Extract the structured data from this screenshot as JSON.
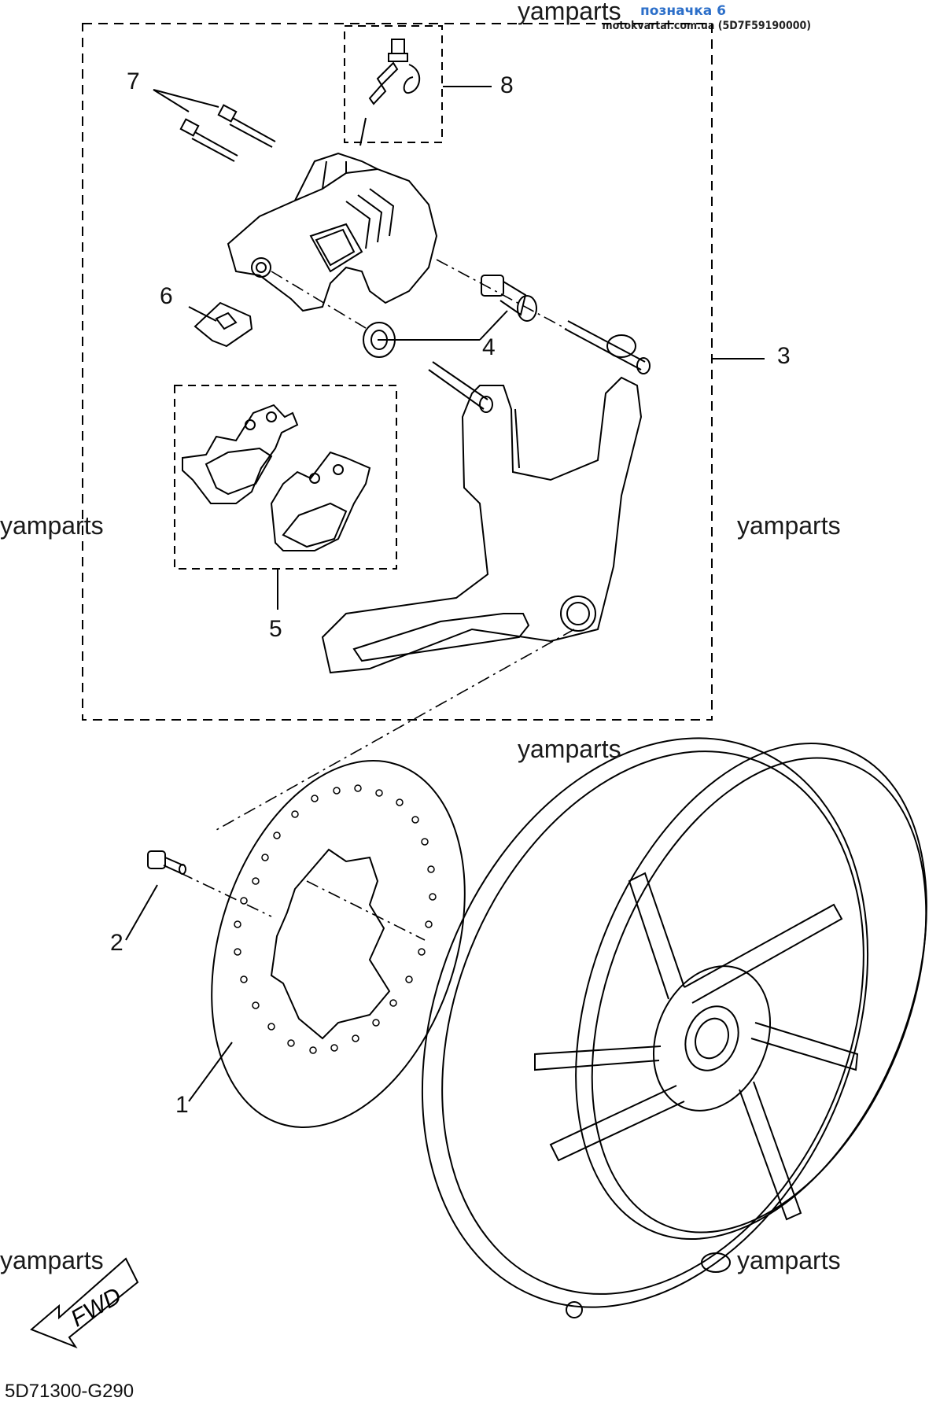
{
  "header": {
    "label": "позначка 6",
    "source": "motokvartal.com.ua (5D7F59190000)"
  },
  "watermark": "yamparts",
  "callouts": [
    "1",
    "2",
    "3",
    "4",
    "5",
    "6",
    "7",
    "8"
  ],
  "fwd_label": "FWD",
  "diagram_code": "5D71300-G290"
}
